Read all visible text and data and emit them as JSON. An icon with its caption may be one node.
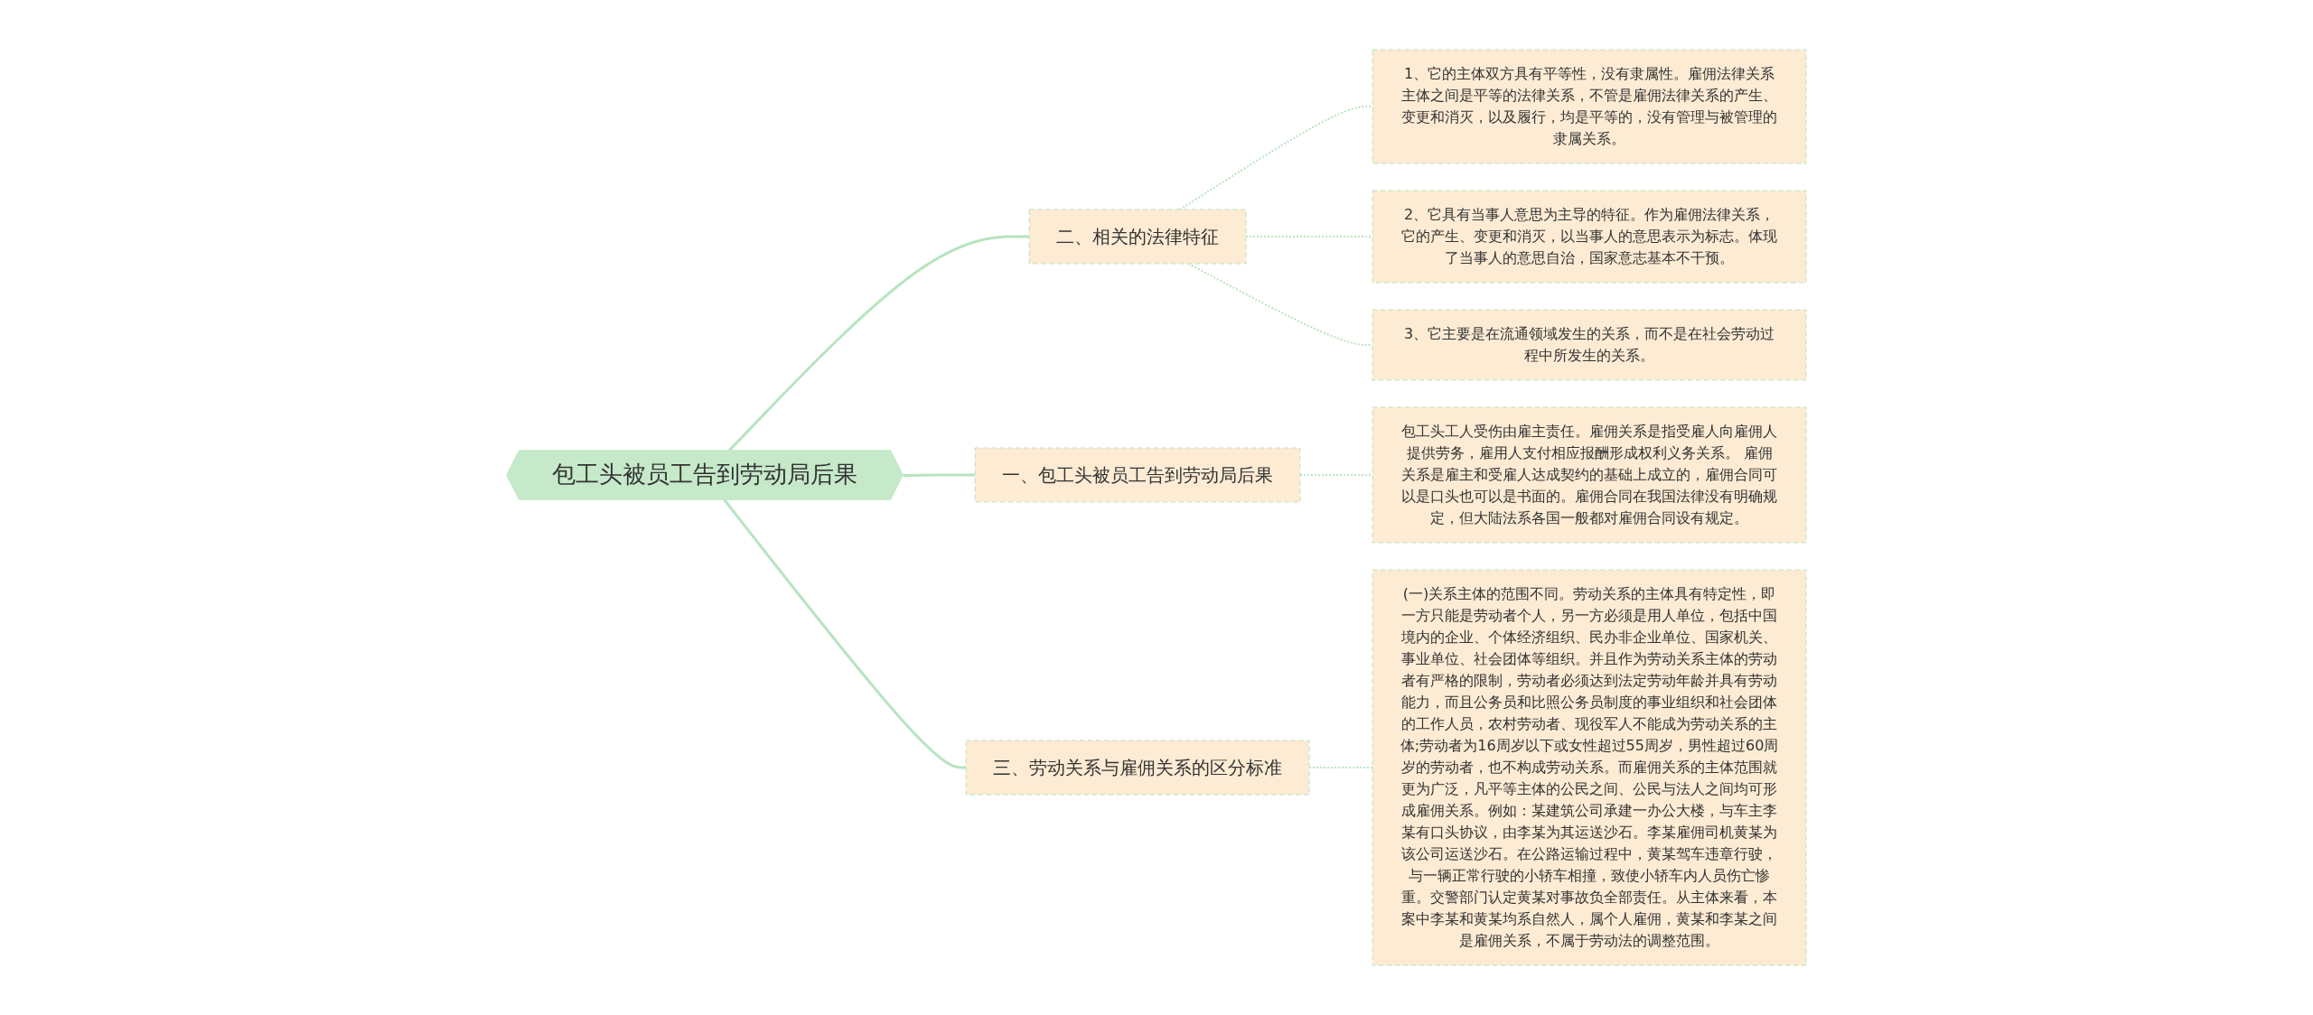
{
  "diagram": {
    "nodes": [
      {
        "text": [
          "包工头被员工告到劳动局后果"
        ]
      },
      {
        "text": [
          "二、相关的法律特征"
        ]
      },
      {
        "text": [
          "1、它的主体双方具有平等性，没有隶属性。雇佣法律关系主体之间是平等的法律关系，不管是雇佣法律关系的产生、变更和消灭，以及履行，均是平等的，没有管理与被管理的隶属关系。"
        ]
      },
      {
        "text": [
          "2、它具有当事人意思为主导的特征。作为雇佣法律关系，它的产生、变更和消灭，以当事人的意思表示为标志。体现了当事人的意思自治，国家意志基本不干预。"
        ]
      },
      {
        "text": [
          "3、它主要是在流通领域发生的关系，而不是在社会劳动过程中所发生的关系。"
        ]
      },
      {
        "text": [
          "一、包工头被员工告到劳动局后果"
        ]
      },
      {
        "text": [
          "包工头工人受伤由雇主责任。雇佣关系是指受雇人向雇佣人提供劳务，雇用人支付相应报酬形成权利义务关系。 雇佣关系是雇主和受雇人达成契约的基础上成立的，雇佣合同可以是口头也可以是书面的。雇佣合同在我国法律没有明确规定，但大陆法系各国一般都对雇佣合同设有规定。"
        ]
      },
      {
        "text": [
          "三、劳动关系与雇佣关系的区分标准"
        ]
      },
      {
        "text": [
          "(一)关系主体的范围不同。劳动关系的主体具有特定性，即一方只能是劳动者个人，另一方必须是用人单位，包括中国境内的企业、个体经济组织、民办非企业单位、国家机关、事业单位、社会团体等组织。并且作为劳动关系主体的劳动者有严格的限制，劳动者必须达到法定劳动年龄并具有劳动能力，而且公务员和比照公务员制度的事业组织和社会团体的工作人员，农村劳动者、现役军人不能成为劳动关系的主体;劳动者为16周岁以下或女性超过55周岁，男性超过60周岁的劳动者，也不构成劳动关系。而雇佣关系的主体范围就更为广泛，凡平等主体的公民之间、公民与法人之间均可形成雇佣关系。例如：某建筑公司承建一办公大楼，与车主李某有口头协议，由李某为其运送沙石。李某雇佣司机黄某为该公司运送沙石。在公路运输过程中，黄某驾车违章行驶，与一辆正常行驶的小轿车相撞，致使小轿车内人员伤亡惨重。交警部门认定黄某对事故负全部责任。从主体来看，本案中李某和黄某均系自然人，属个人雇佣，黄某和李某之间是雇佣关系，不属于劳动法的调整范围。"
        ]
      }
    ],
    "edges": [
      {
        "from": 0,
        "to": 1,
        "arrow": "none"
      },
      {
        "from": 1,
        "to": 2,
        "arrow": "none",
        "style": "dashed"
      },
      {
        "from": 1,
        "to": 3,
        "arrow": "none",
        "style": "dashed"
      },
      {
        "from": 1,
        "to": 4,
        "arrow": "none",
        "style": "dashed"
      },
      {
        "from": 0,
        "to": 5,
        "arrow": "none"
      },
      {
        "from": 5,
        "to": 6,
        "arrow": "none",
        "style": "dashed"
      },
      {
        "from": 0,
        "to": 7,
        "arrow": "none"
      },
      {
        "from": 7,
        "to": 8,
        "arrow": "none",
        "style": "dashed"
      }
    ]
  }
}
